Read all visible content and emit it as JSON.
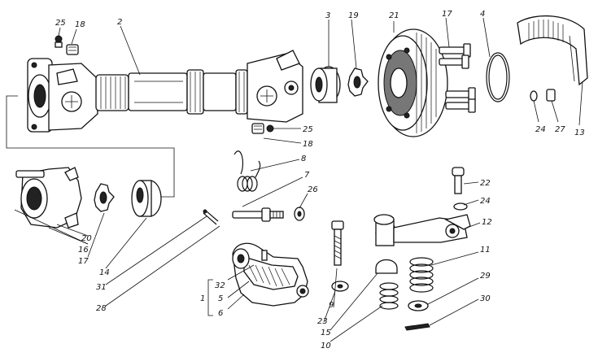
{
  "labels": {
    "l25a": "25",
    "l18a": "18",
    "l2": "2",
    "l3": "3",
    "l19a": "19",
    "l21": "21",
    "l17a": "17",
    "l4": "4",
    "l13": "13",
    "l24a": "24",
    "l27": "27",
    "l25b": "25",
    "l18b": "18",
    "l8": "8",
    "l7": "7",
    "l26": "26",
    "l22": "22",
    "l24b": "24",
    "l12": "12",
    "l11": "11",
    "l29": "29",
    "l30": "30",
    "l9": "9",
    "l23": "23",
    "l15": "15",
    "l10": "10",
    "l1": "1",
    "l32": "32",
    "l5": "5",
    "l6": "6",
    "l31": "31",
    "l28": "28",
    "l14": "14",
    "l17b": "17",
    "l16": "16",
    "l20": "20"
  }
}
